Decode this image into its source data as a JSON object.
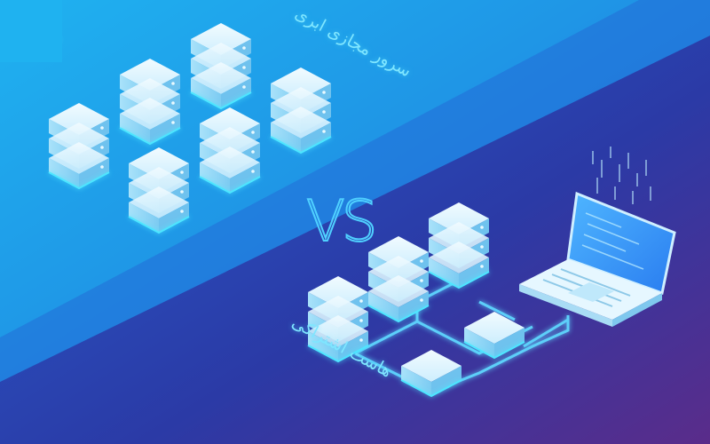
{
  "scene": {
    "cloud_label": "سرور مجازی ابری",
    "shared_label": "هاست اشتراکی",
    "vs_label": "VS"
  },
  "colors": {
    "bg_left": "#1aa0ea",
    "bg_right": "#2a3aa8",
    "bg_bottom_right": "#5a2c8a",
    "server_top": "#dff6ff",
    "server_front": "#9fdcf7",
    "server_side": "#6fc2ee",
    "glow": "#4ee6ff",
    "link_line": "#5fd8ff"
  },
  "icons": {
    "server_rack": "server-stack-icon",
    "laptop": "laptop-icon",
    "network_node": "network-node-icon"
  }
}
